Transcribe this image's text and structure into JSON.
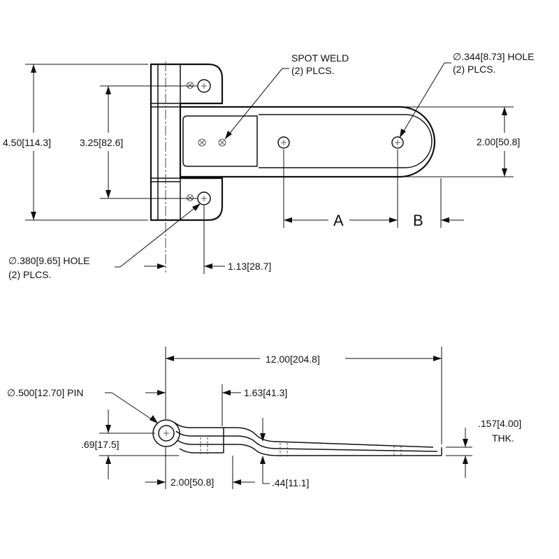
{
  "labels": {
    "spot_weld_line1": "SPOT WELD",
    "spot_weld_line2": "(2) PLCS.",
    "hole344_line1": "∅.344[8.73] HOLE",
    "hole344_line2": "(2) PLCS.",
    "hole380_line1": "∅.380[9.65] HOLE",
    "hole380_line2": "(2) PLCS.",
    "dim_450": "4.50[114.3]",
    "dim_325": "3.25[82.6]",
    "dim_200_right": "2.00[50.8]",
    "dim_113": "1.13[28.7]",
    "dim_A": "A",
    "dim_B": "B",
    "dim_1200": "12.00[204.8]",
    "pin": "∅.500[12.70] PIN",
    "dim_163": "1.63[41.3]",
    "dim_157_line1": ".157[4.00]",
    "dim_157_line2": "THK.",
    "dim_069": ".69[17.5]",
    "dim_200_bottom": "2.00[50.8]",
    "dim_044": ".44[11.1]"
  }
}
